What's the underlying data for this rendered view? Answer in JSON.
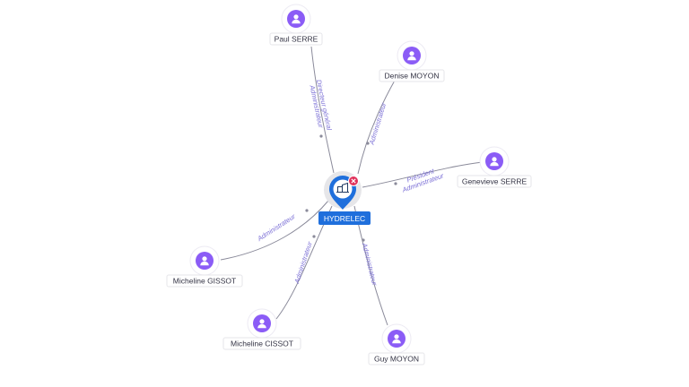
{
  "center": {
    "label": "HYDRELEC",
    "icon": "building-icon",
    "badge_icon": "close-icon",
    "colors": {
      "pin": "#1f6fdc",
      "badge": "#e0315b"
    }
  },
  "people": [
    {
      "id": "paul-serre",
      "name": "Paul SERRE",
      "roles": [
        "Directeur général",
        "Administrateur"
      ]
    },
    {
      "id": "denise-moyon",
      "name": "Denise MOYON",
      "roles": [
        "Administrateur"
      ]
    },
    {
      "id": "genevieve-serre",
      "name": "Genevieve SERRE",
      "roles": [
        "Président",
        "Administrateur"
      ]
    },
    {
      "id": "micheline-gissot",
      "name": "Micheline GISSOT",
      "roles": [
        "Administrateur"
      ]
    },
    {
      "id": "micheline-cissot",
      "name": "Micheline CISSOT",
      "roles": [
        "Administrateur"
      ]
    },
    {
      "id": "guy-moyon",
      "name": "Guy MOYON",
      "roles": [
        "Administrateur"
      ]
    }
  ],
  "person_icon": "user-icon",
  "colors": {
    "person": "#8b5cf6",
    "edge": "#8a8a9a",
    "edge_label": "#7b6fd6"
  }
}
